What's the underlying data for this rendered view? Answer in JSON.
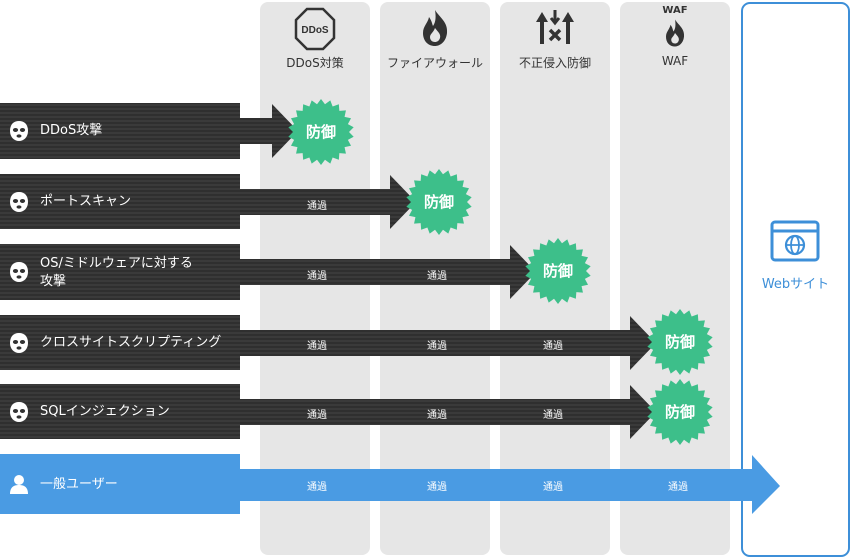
{
  "columns": [
    {
      "label": "DDoS対策",
      "icon": "ddos-octagon-icon",
      "icon_text": "DDoS"
    },
    {
      "label": "ファイアウォール",
      "icon": "flame-icon"
    },
    {
      "label": "不正侵入防御",
      "icon": "arrows-block-icon"
    },
    {
      "label": "WAF",
      "icon": "waf-flame-icon",
      "icon_text": "WAF"
    }
  ],
  "target": {
    "label": "Webサイト",
    "icon": "browser-globe-icon"
  },
  "rows": [
    {
      "label": "DDoS攻撃",
      "type": "attack"
    },
    {
      "label": "ポートスキャン",
      "type": "attack"
    },
    {
      "label_line1": "OS/ミドルウェアに対する",
      "label_line2": "攻撃",
      "type": "attack"
    },
    {
      "label": "クロスサイトスクリプティング",
      "type": "attack"
    },
    {
      "label": "SQLインジェクション",
      "type": "attack"
    },
    {
      "label": "一般ユーザー",
      "type": "user"
    }
  ],
  "pass_label": "通過",
  "defend_label": "防御",
  "colors": {
    "attack": "#333333",
    "user": "#4a9be3",
    "badge": "#3dbf8a",
    "accent": "#3d8fd8",
    "column": "#e6e6e6"
  }
}
